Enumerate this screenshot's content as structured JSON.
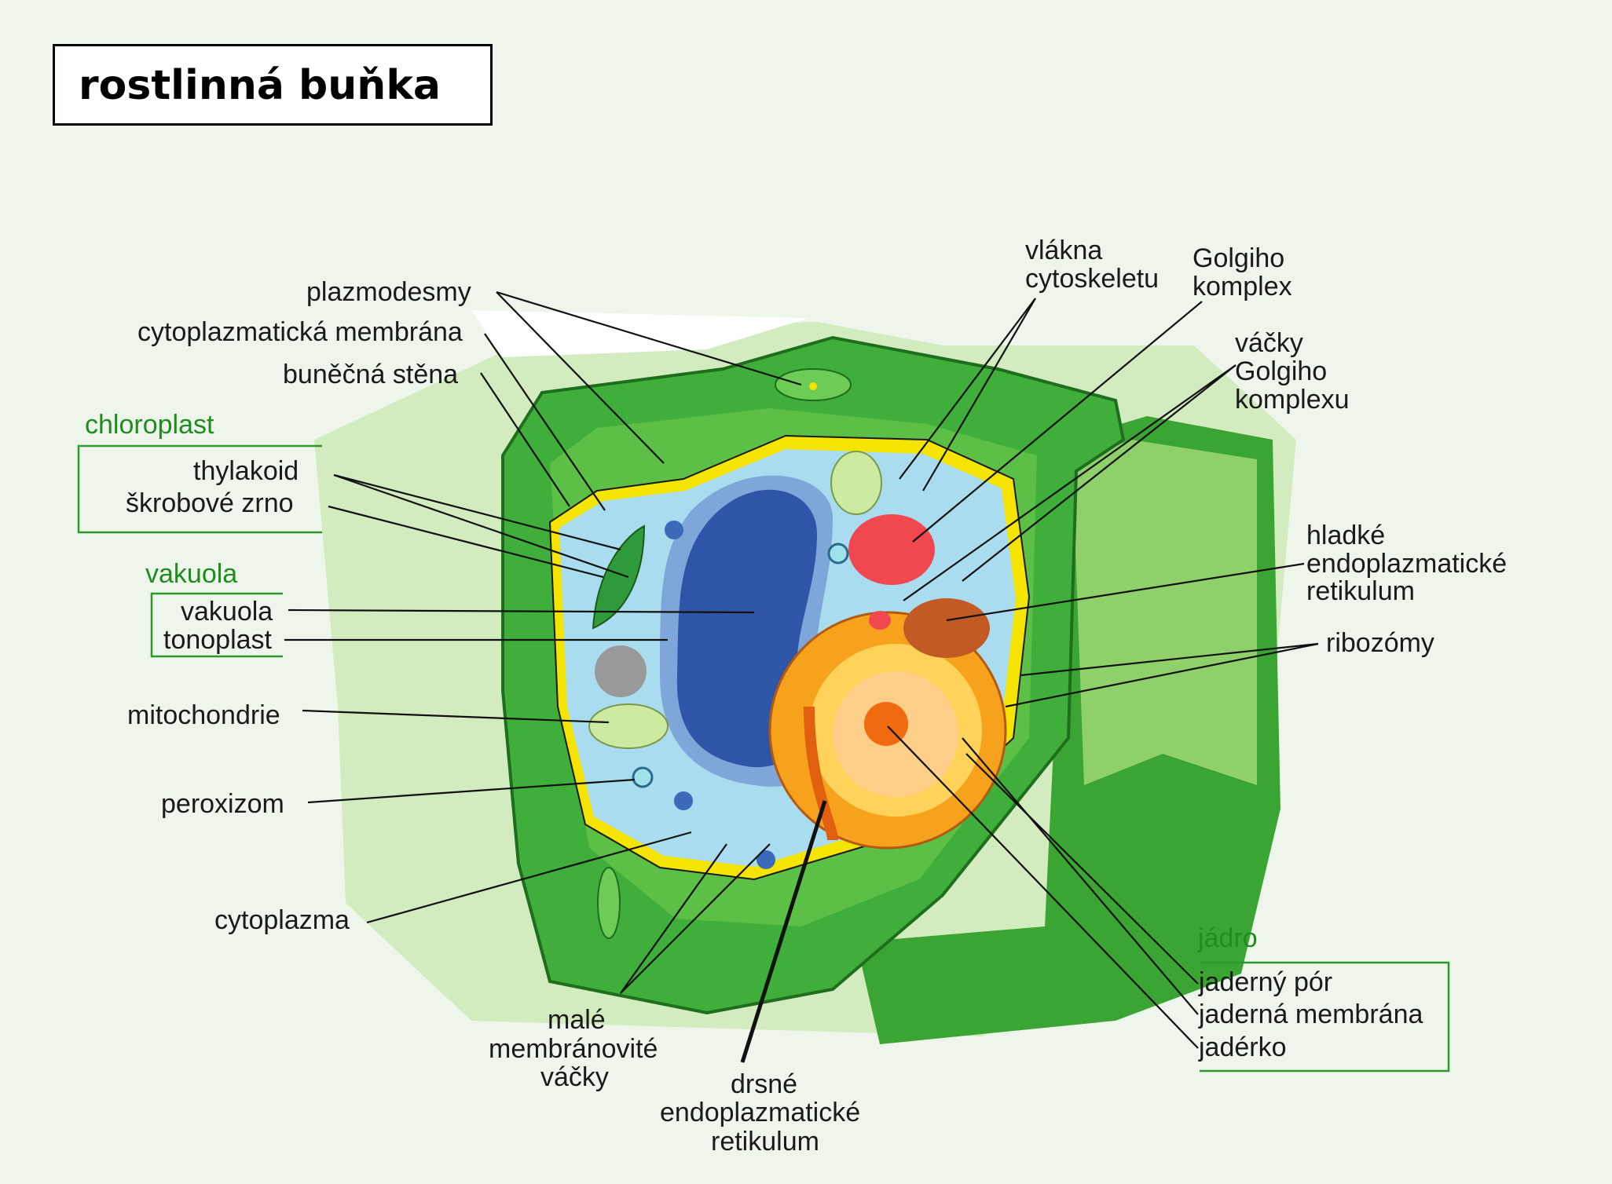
{
  "title": "rostlinná buňka",
  "colors": {
    "background": "#eef6ec",
    "cell_wall": "#3fae3a",
    "cell_wall_light": "#9ed87a",
    "membrane": "#f4e400",
    "cytoplasm": "#a9dcef",
    "vacuole": "#2e55a8",
    "nucleus": "#f7a21c",
    "nucleolus": "#f06a10",
    "golgi": "#f0484e",
    "group_label": "#1f8c1f"
  },
  "groups": {
    "chloroplast": {
      "heading": "chloroplast",
      "items": [
        "thylakoid",
        "škrobové zrno"
      ]
    },
    "vakuola": {
      "heading": "vakuola",
      "items": [
        "vakuola",
        "tonoplast"
      ]
    },
    "jadro": {
      "heading": "jádro",
      "items": [
        "jaderný pór",
        "jaderná membrána",
        "jadérko"
      ]
    }
  },
  "labels": {
    "plazmodesmy": "plazmodesmy",
    "cytoplazmaticka_membrana": "cytoplazmatická membrána",
    "bunecna_stena": "buněčná stěna",
    "mitochondrie": "mitochondrie",
    "peroxizom": "peroxizom",
    "cytoplazma": "cytoplazma",
    "male_vacky": [
      "malé",
      "membránovité",
      "váčky"
    ],
    "drsne_er": [
      "drsné",
      "endoplazmatické",
      "retikulum"
    ],
    "vlakna": [
      "vlákna",
      "cytoskeletu"
    ],
    "golgi": [
      "Golgiho",
      "komplex"
    ],
    "vacky_golgi": [
      "váčky",
      "Golgiho",
      "komplexu"
    ],
    "hladke_er": [
      "hladké",
      "endoplazmatické",
      "retikulum"
    ],
    "ribozomy": "ribozómy"
  }
}
